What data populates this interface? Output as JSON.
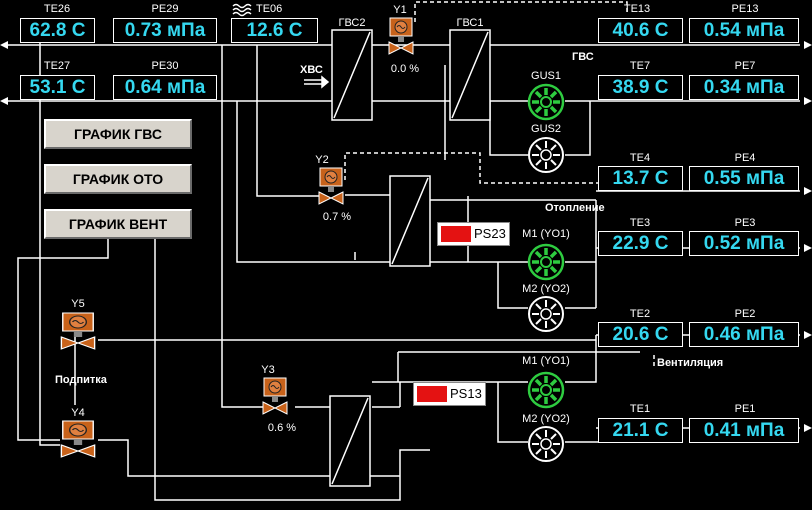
{
  "sensors": {
    "te26": {
      "label": "TE26",
      "value": "62.8 C"
    },
    "pe29": {
      "label": "PE29",
      "value": "0.73 мПа"
    },
    "te06": {
      "label": "TE06",
      "value": "12.6 C"
    },
    "te13": {
      "label": "TE13",
      "value": "40.6 C"
    },
    "pe13": {
      "label": "PE13",
      "value": "0.54 мПа"
    },
    "te27": {
      "label": "TE27",
      "value": "53.1 C"
    },
    "pe30": {
      "label": "PE30",
      "value": "0.64 мПа"
    },
    "te7": {
      "label": "TE7",
      "value": "38.9 C"
    },
    "pe7": {
      "label": "PE7",
      "value": "0.34 мПа"
    },
    "te4": {
      "label": "TE4",
      "value": "13.7 C"
    },
    "pe4": {
      "label": "PE4",
      "value": "0.55 мПа"
    },
    "te3": {
      "label": "TE3",
      "value": "22.9 C"
    },
    "pe3": {
      "label": "PE3",
      "value": "0.52 мПа"
    },
    "te2": {
      "label": "TE2",
      "value": "20.6 C"
    },
    "pe2": {
      "label": "PE2",
      "value": "0.46 мПа"
    },
    "te1": {
      "label": "TE1",
      "value": "21.1 C"
    },
    "pe1": {
      "label": "PE1",
      "value": "0.41 мПа"
    }
  },
  "buttons": {
    "gvs": "ГРАФИК ГВС",
    "oto": "ГРАФИК ОТО",
    "vent": "ГРАФИК ВЕНТ"
  },
  "valves": {
    "y1": {
      "label": "Y1",
      "value": "0.0 %"
    },
    "y2": {
      "label": "Y2",
      "value": "0.7 %"
    },
    "y3": {
      "label": "Y3",
      "value": "0.6 %"
    },
    "y4": {
      "label": "Y4"
    },
    "y5": {
      "label": "Y5"
    }
  },
  "exchangers": {
    "gvs2": "ГВС2",
    "gvs1": "ГВС1"
  },
  "pumps": {
    "gus1": "GUS1",
    "gus2": "GUS2",
    "m1_heat": "M1 (YO1)",
    "m2_heat": "M2 (YO2)",
    "m1_vent": "M1 (YO1)",
    "m2_vent": "M2 (YO2)"
  },
  "switches": {
    "ps23": "PS23",
    "ps13": "PS13"
  },
  "circuits": {
    "gvs": "ГВС",
    "heating": "Отопление",
    "ventilation": "Вентиляция",
    "makeup": "Подпитка",
    "cold_water": "ХВС"
  },
  "colors": {
    "value_text": "#35d8f0",
    "pump_on": "#2ecc40",
    "pump_off": "#ffffff",
    "valve": "#c8621a",
    "alarm": "#e41212",
    "button_face": "#d8d4cc"
  },
  "icons": {
    "pump": "fan-rotor-icon",
    "valve": "control-valve-icon",
    "cold_water": "wavy-water-icon"
  }
}
